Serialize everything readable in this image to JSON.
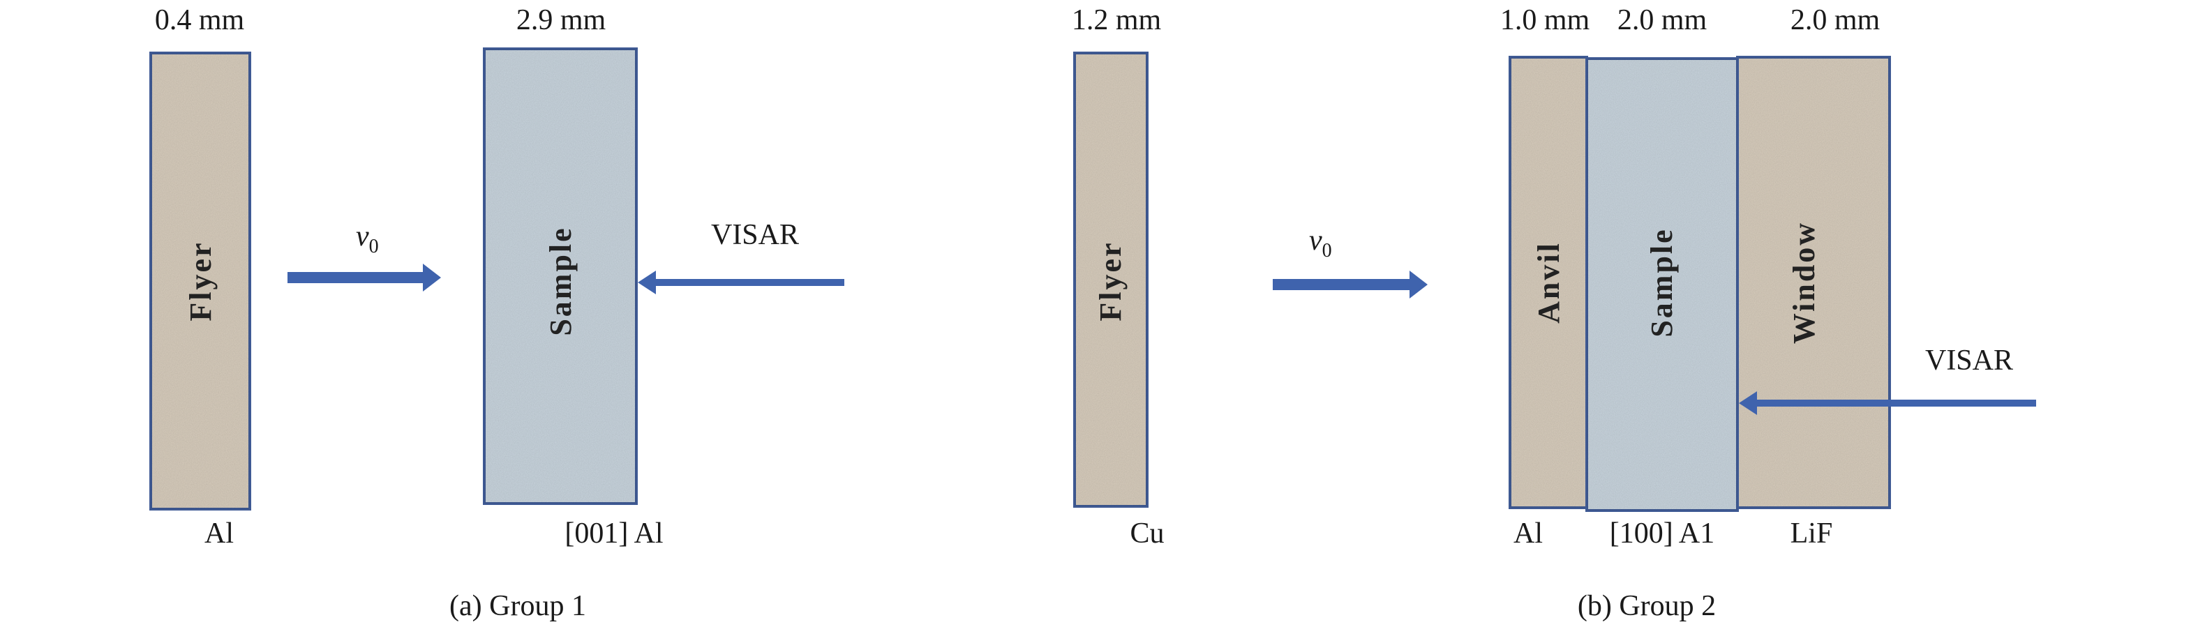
{
  "colors": {
    "tan_fill": "#d8cdbd",
    "blue_fill": "#c9d5de",
    "border": "#3f5a94",
    "arrow": "#3f63ad"
  },
  "group1": {
    "flyer_thickness": "0.4 mm",
    "sample_thickness": "2.9 mm",
    "flyer_label": "Flyer",
    "sample_label": "Sample",
    "velocity_symbol": "v",
    "velocity_subscript": "0",
    "visar_label": "VISAR",
    "flyer_material": "Al",
    "sample_material": "[001] Al",
    "caption": "(a) Group 1"
  },
  "group2": {
    "flyer_thickness": "1.2 mm",
    "anvil_thickness": "1.0 mm",
    "sample_thickness": "2.0 mm",
    "window_thickness": "2.0 mm",
    "flyer_label": "Flyer",
    "anvil_label": "Anvil",
    "sample_label": "Sample",
    "window_label": "Window",
    "velocity_symbol": "v",
    "velocity_subscript": "0",
    "visar_label": "VISAR",
    "flyer_material": "Cu",
    "anvil_material": "Al",
    "sample_material": "[100] A1",
    "window_material": "LiF",
    "caption": "(b) Group 2"
  }
}
